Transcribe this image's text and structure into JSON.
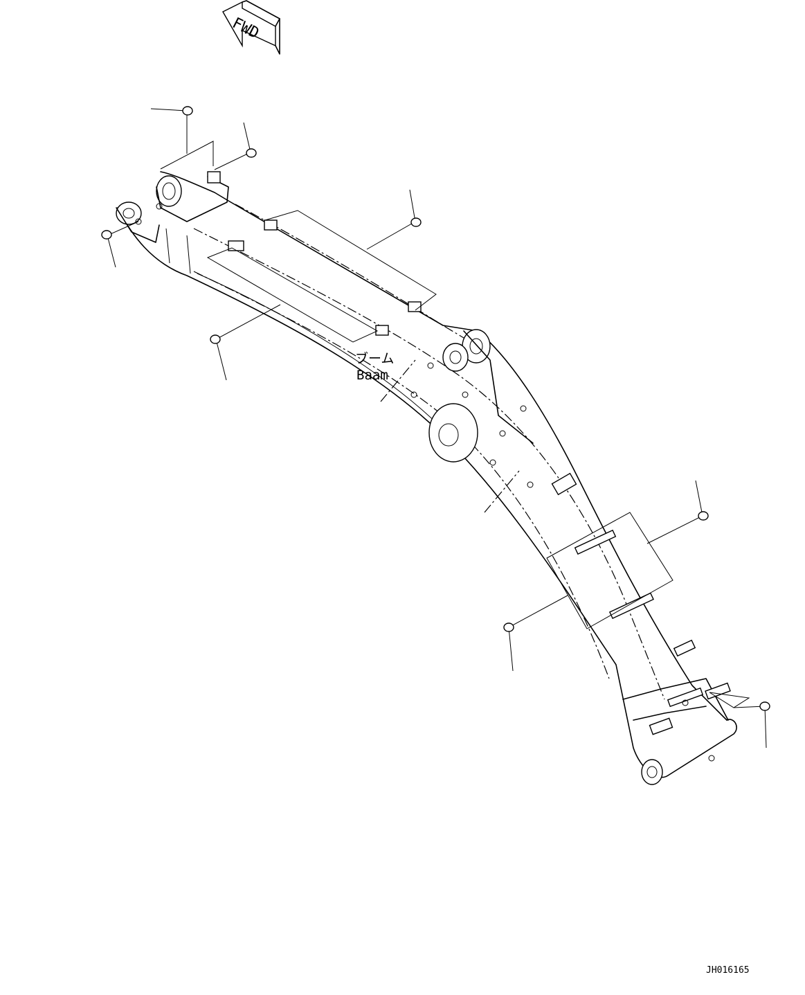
{
  "drawing": {
    "direction_arrow_label": "FWD",
    "part_label_jp": "ブーム",
    "part_label_en": "Baam",
    "drawing_code": "JH016165"
  }
}
